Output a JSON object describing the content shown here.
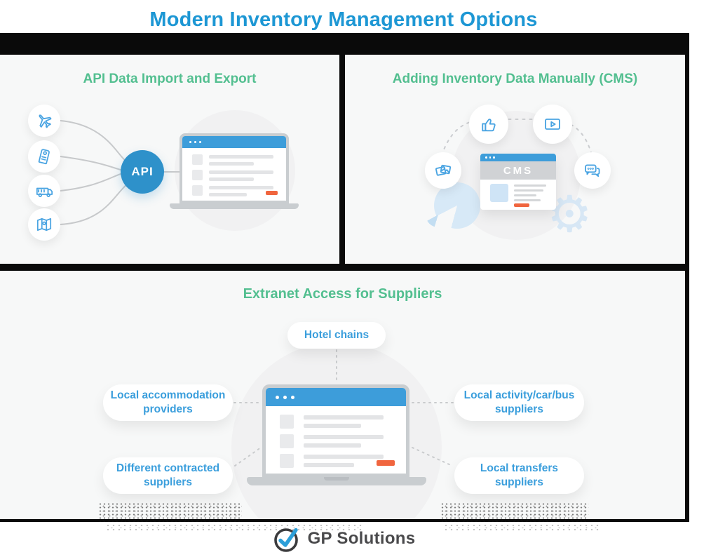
{
  "page_title": "Modern Inventory Management Options",
  "colors": {
    "title_blue": "#1d97d4",
    "heading_green": "#53bf90",
    "pill_text_blue": "#3a9edc",
    "window_header_blue": "#3d9dda",
    "hub_blue": "#2e91ca",
    "accent_orange": "#f0653e",
    "icon_blue": "#4aa4e2",
    "brand_dark": "#4a4a4c",
    "panel_background": "#f7f8f8",
    "border_black": "#0a0a0a"
  },
  "panel_api": {
    "heading": "API Data Import and Export",
    "hub_label": "API",
    "source_icons": [
      "airplane",
      "door-hanger-tag",
      "shuttle-van",
      "map"
    ]
  },
  "panel_cms": {
    "heading": "Adding Inventory Data Manually (CMS)",
    "window_label": "CMS",
    "surrounding_icons": [
      "photos",
      "thumbs-up",
      "video-player",
      "chat"
    ],
    "decor_icons": [
      "pie-chart",
      "gear"
    ]
  },
  "panel_extranet": {
    "heading": "Extranet Access for Suppliers",
    "suppliers": {
      "top": "Hotel chains",
      "left_top": "Local accommodation providers",
      "right_top": "Local activity/car/bus suppliers",
      "left_bottom": "Different contracted suppliers",
      "right_bottom": "Local transfers suppliers"
    }
  },
  "footer": {
    "brand": "GP Solutions",
    "logo_icon": "checkmark-circle"
  }
}
